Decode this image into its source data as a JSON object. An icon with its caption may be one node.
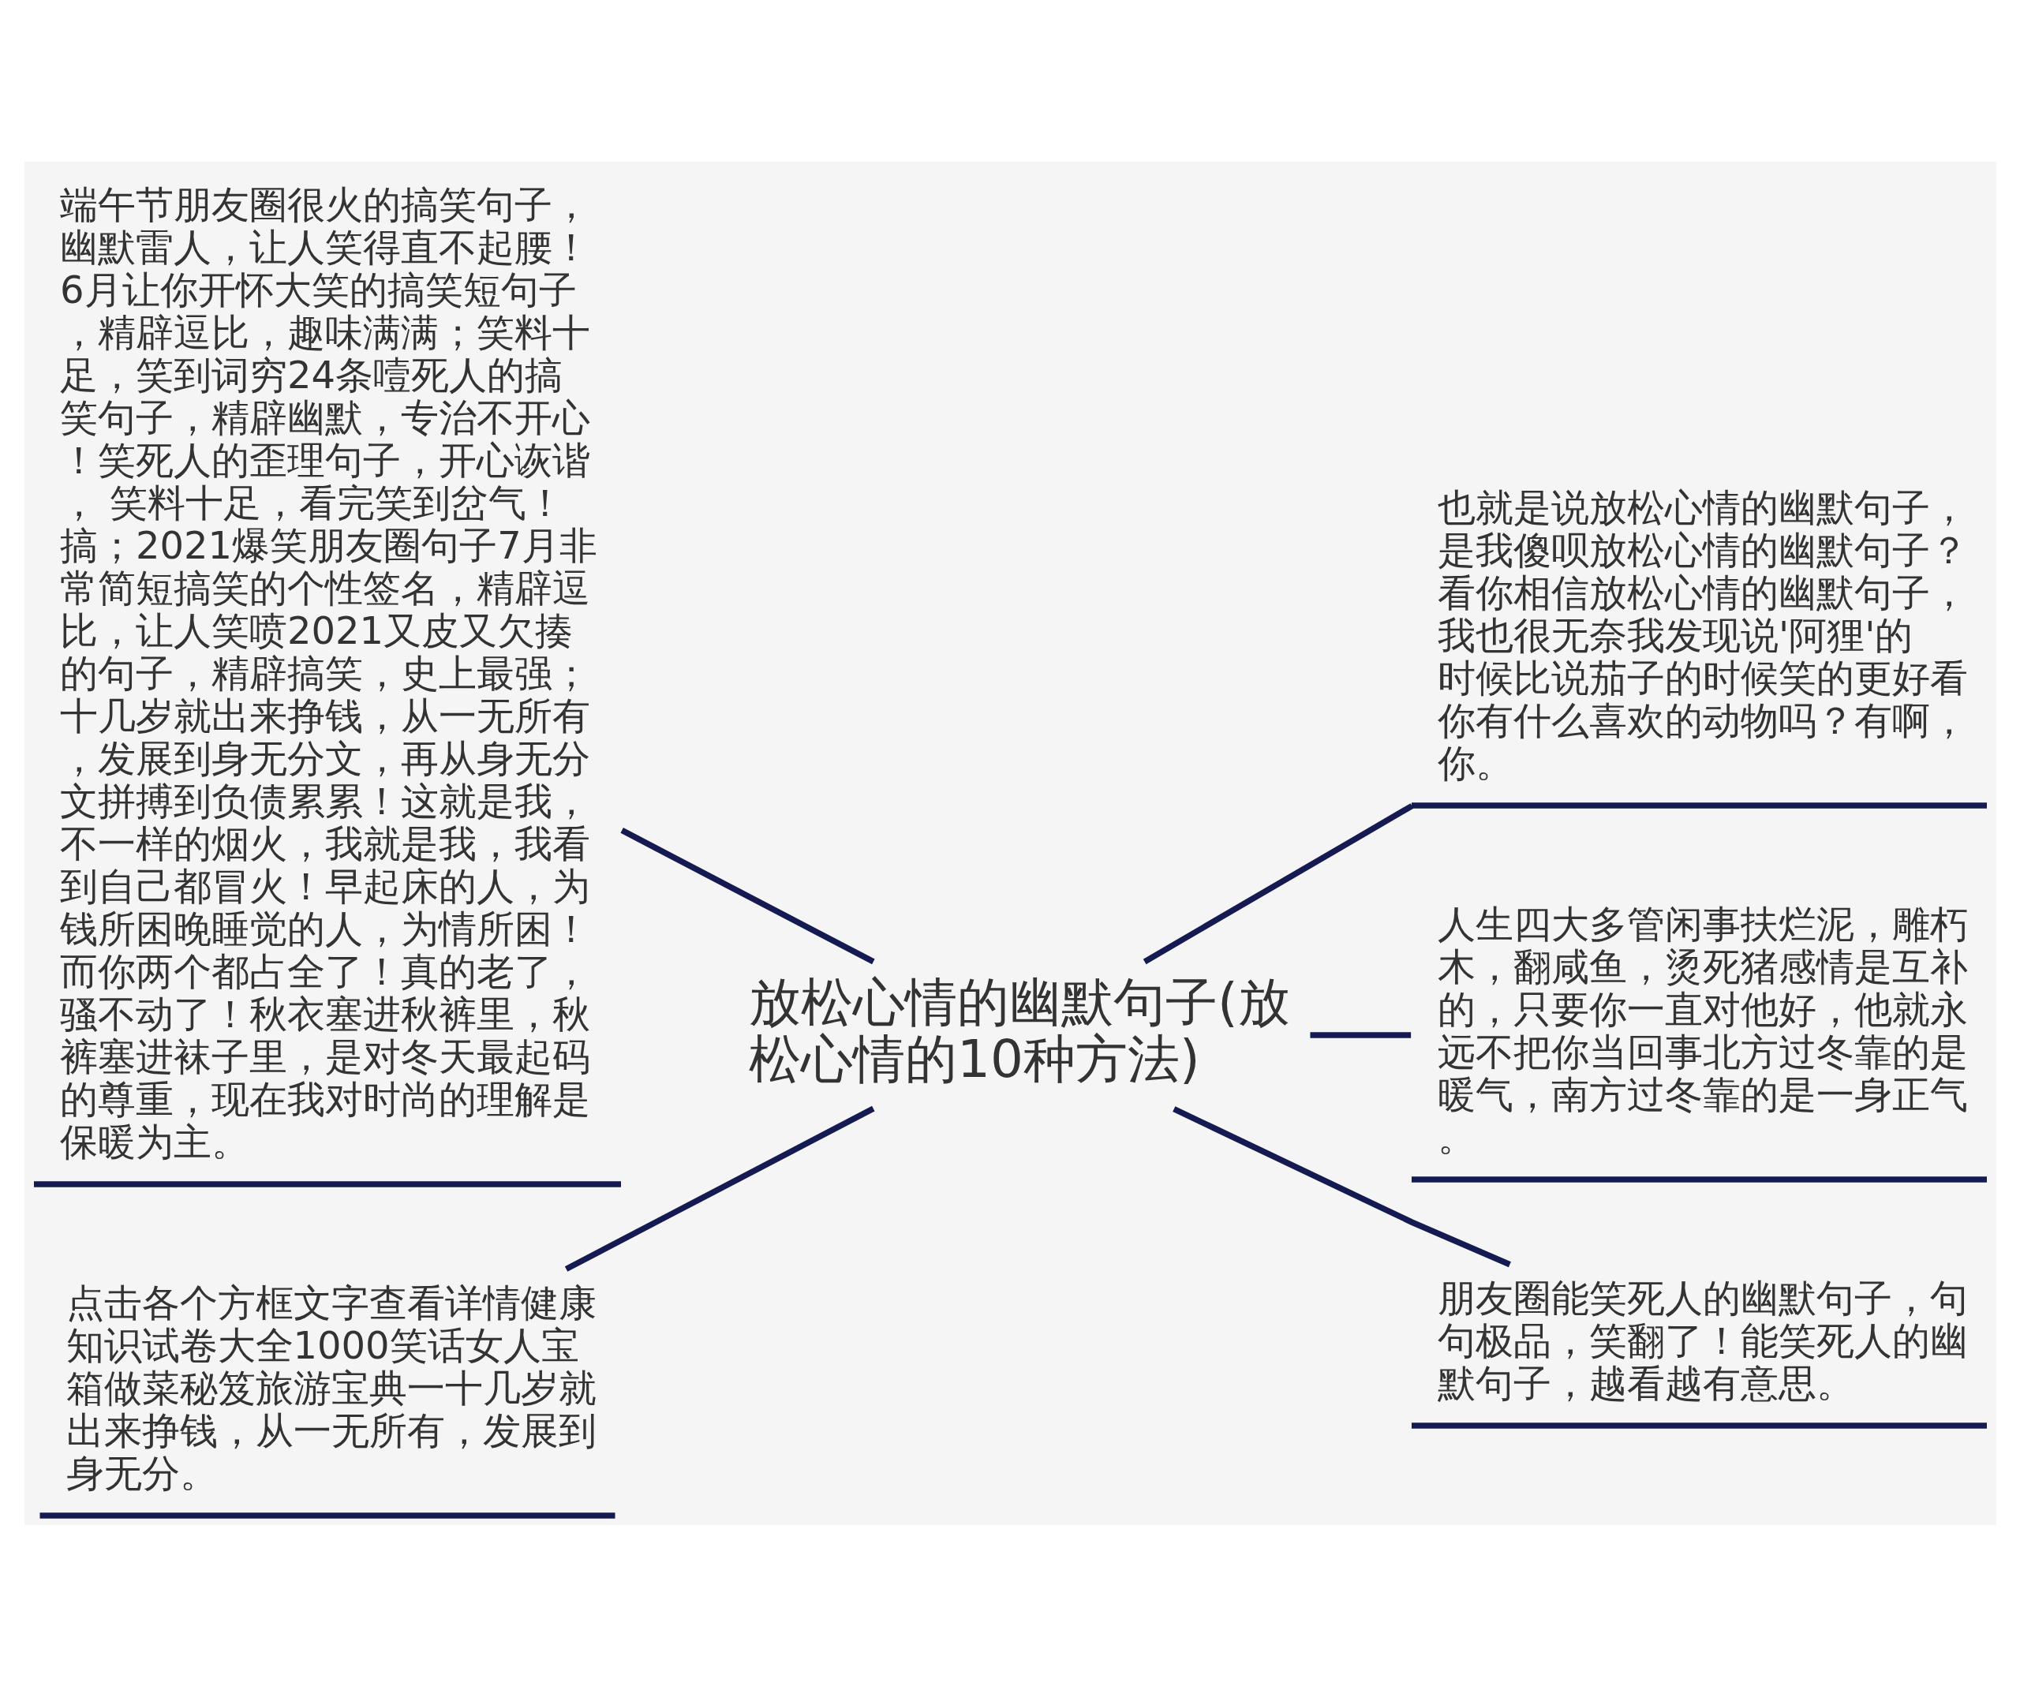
{
  "diagram": {
    "nodes": [
      {
        "text": [
          "放松心情的幽默句子(放松心情的10种方法)"
        ]
      },
      {
        "text": [
          "端午节朋友圈很火的搞笑句子，幽默雷人，让人笑得直不起腰！6月让你开怀大笑的搞笑短句子，精辟逗比，趣味满满；笑料十足，笑到词穷24条噎死人的搞笑句子，精辟幽默，专治不开心！笑死人的歪理句子，开心诙谐， 笑料十足，看完笑到岔气！搞；2021爆笑朋友圈句子7月非常简短搞笑的个性签名，精辟逗比，让人笑喷2021又皮又欠揍的句子，精辟搞笑，史上最强；十几岁就出来挣钱，从一无所有，发展到身无分文，再从身无分文拼搏到负债累累！这就是我，不一样的烟火，我就是我，我看到自己都冒火！早起床的人，为钱所困晚睡觉的人，为情所困！而你两个都占全了！真的老了，骚不动了！秋衣塞进秋裤里，秋裤塞进袜子里，是对冬天最起码的尊重，现在我对时尚的理解是保暖为主。"
        ]
      },
      {
        "text": [
          "点击各个方框文字查看详情健康知识试卷大全1000笑话女人宝箱做菜秘笈旅游宝典一十几岁就出来挣钱，从一无所有，发展到身无分。"
        ]
      },
      {
        "text": [
          "也就是说放松心情的幽默句子，是我傻呗放松心情的幽默句子？看你相信放松心情的幽默句子，我也很无奈我发现说'阿狸'的时候比说茄子的时候笑的更好看你有什么喜欢的动物吗？有啊，你。"
        ]
      },
      {
        "text": [
          "人生四大多管闲事扶烂泥，雕朽木，翻咸鱼，烫死猪感情是互补的，只要你一直对他好，他就永远不把你当回事北方过冬靠的是暖气，南方过冬靠的是一身正气。"
        ]
      },
      {
        "text": [
          "朋友圈能笑死人的幽默句子，句句极品，笑翻了！能笑死人的幽默句子，越看越有意思。"
        ]
      }
    ],
    "edges": [
      {
        "from": 0,
        "to": 1,
        "arrow": "none"
      },
      {
        "from": 0,
        "to": 2,
        "arrow": "none"
      },
      {
        "from": 0,
        "to": 3,
        "arrow": "none"
      },
      {
        "from": 0,
        "to": 4,
        "arrow": "none"
      },
      {
        "from": 0,
        "to": 5,
        "arrow": "none"
      }
    ]
  }
}
